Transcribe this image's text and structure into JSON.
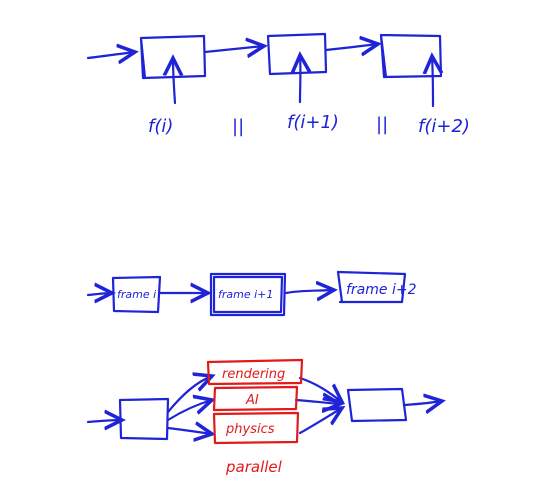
{
  "colors": {
    "ink_blue": "#1f24d6",
    "ink_red": "#e21a1a",
    "background": "#ffffff"
  },
  "top_diagram": {
    "labels": [
      "f(i)",
      "||",
      "f(i+1)",
      "||",
      "f(i+2)"
    ]
  },
  "middle_diagram": {
    "frames": [
      "frame i",
      "frame i+1",
      "frame i+2"
    ]
  },
  "bottom_diagram": {
    "tasks": [
      "rendering",
      "AI",
      "physics"
    ],
    "parallel_label": "parallel"
  }
}
